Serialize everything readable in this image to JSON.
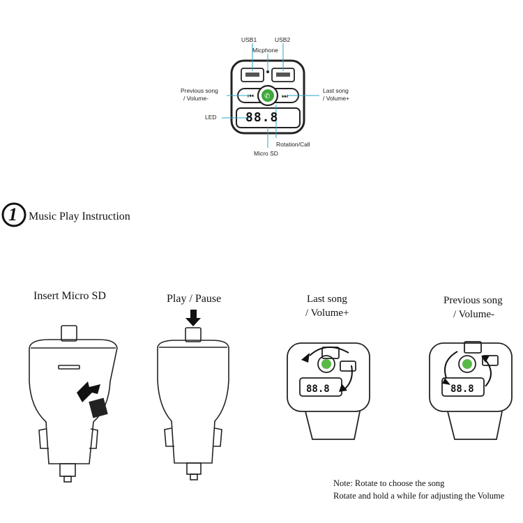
{
  "diagram": {
    "callouts": {
      "usb1": "USB1",
      "usb2": "USB2",
      "microphone": "Micphone",
      "previous_song": "Previous song",
      "volume_minus": "/ Volume-",
      "last_song": "Last song",
      "volume_plus": "/ Volume+",
      "led": "LED",
      "rotation_call": "Rotation/Call",
      "micro_sd": "Micro SD"
    },
    "display_digits": "88.8"
  },
  "section": {
    "number": "1",
    "title": "Music Play Instruction"
  },
  "steps": [
    {
      "title": "Insert Micro SD"
    },
    {
      "title": "Play / Pause"
    },
    {
      "title_line1": "Last song",
      "title_line2": "/ Volume+"
    },
    {
      "title_line1": "Previous song",
      "title_line2": "/ Volume-"
    }
  ],
  "note": {
    "line1": "Note: Rotate to choose the song",
    "line2": "Rotate and hold a while for adjusting the Volume"
  },
  "colors": {
    "accent": "#2aa7c9",
    "line": "#1a1a1a",
    "call_icon": "#58b947"
  }
}
